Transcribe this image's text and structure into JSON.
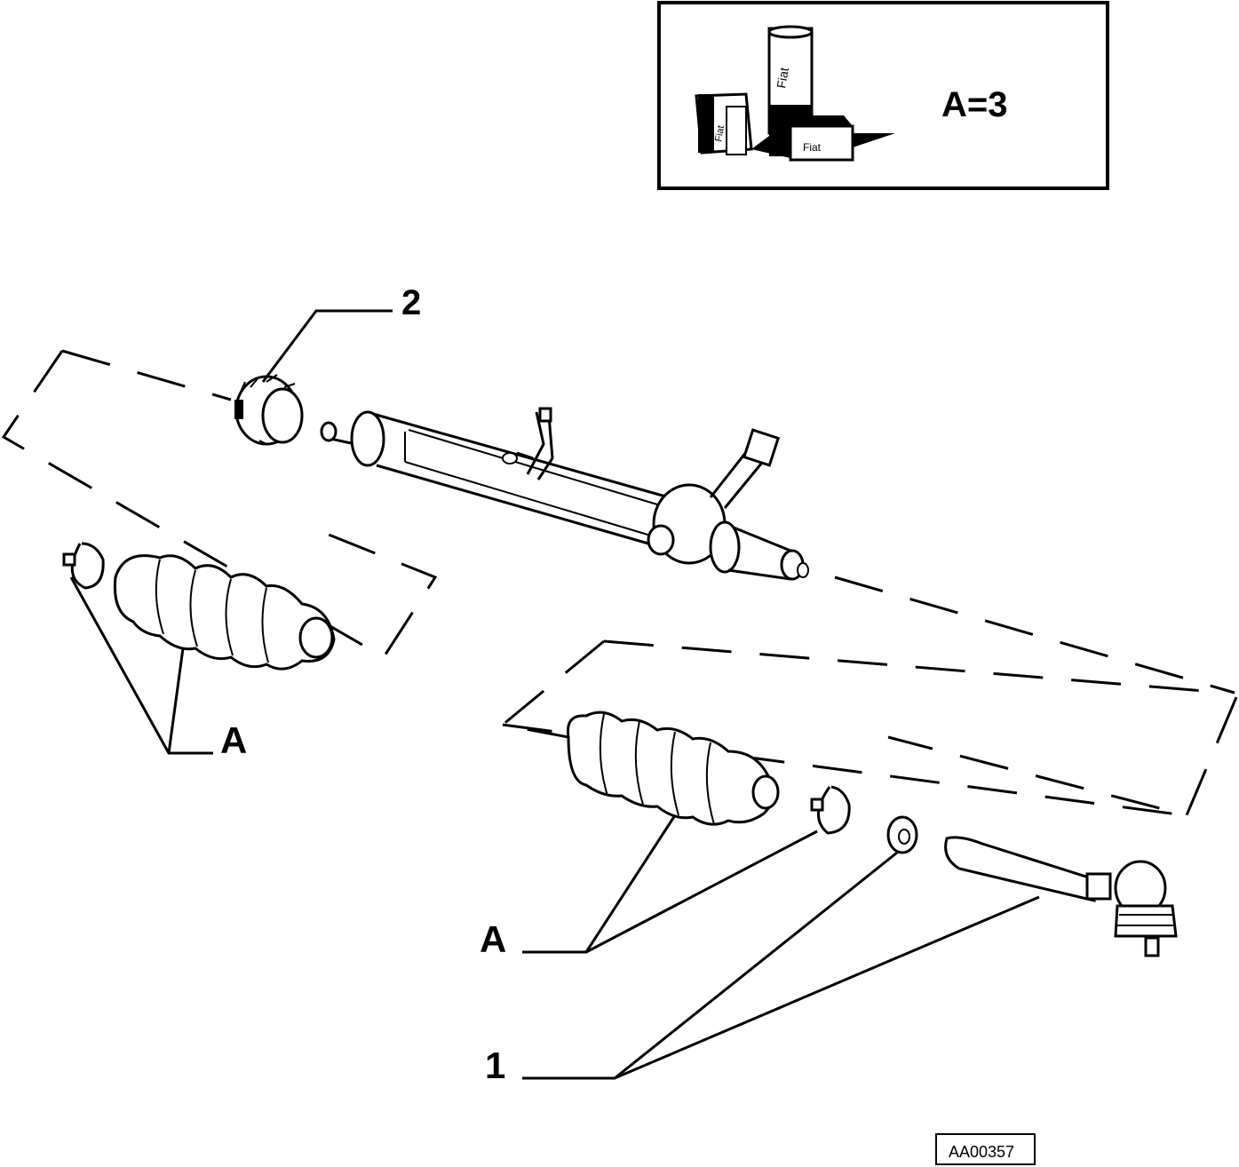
{
  "legend": {
    "box_label": "A=3",
    "can_text": "Fiat",
    "box_text": "Fiat"
  },
  "callouts": {
    "part_1": "1",
    "part_2": "2",
    "group_a_left": "A",
    "group_a_right": "A"
  },
  "drawing_code": "AA00357",
  "colors": {
    "ink": "#000000",
    "paper": "#ffffff"
  }
}
